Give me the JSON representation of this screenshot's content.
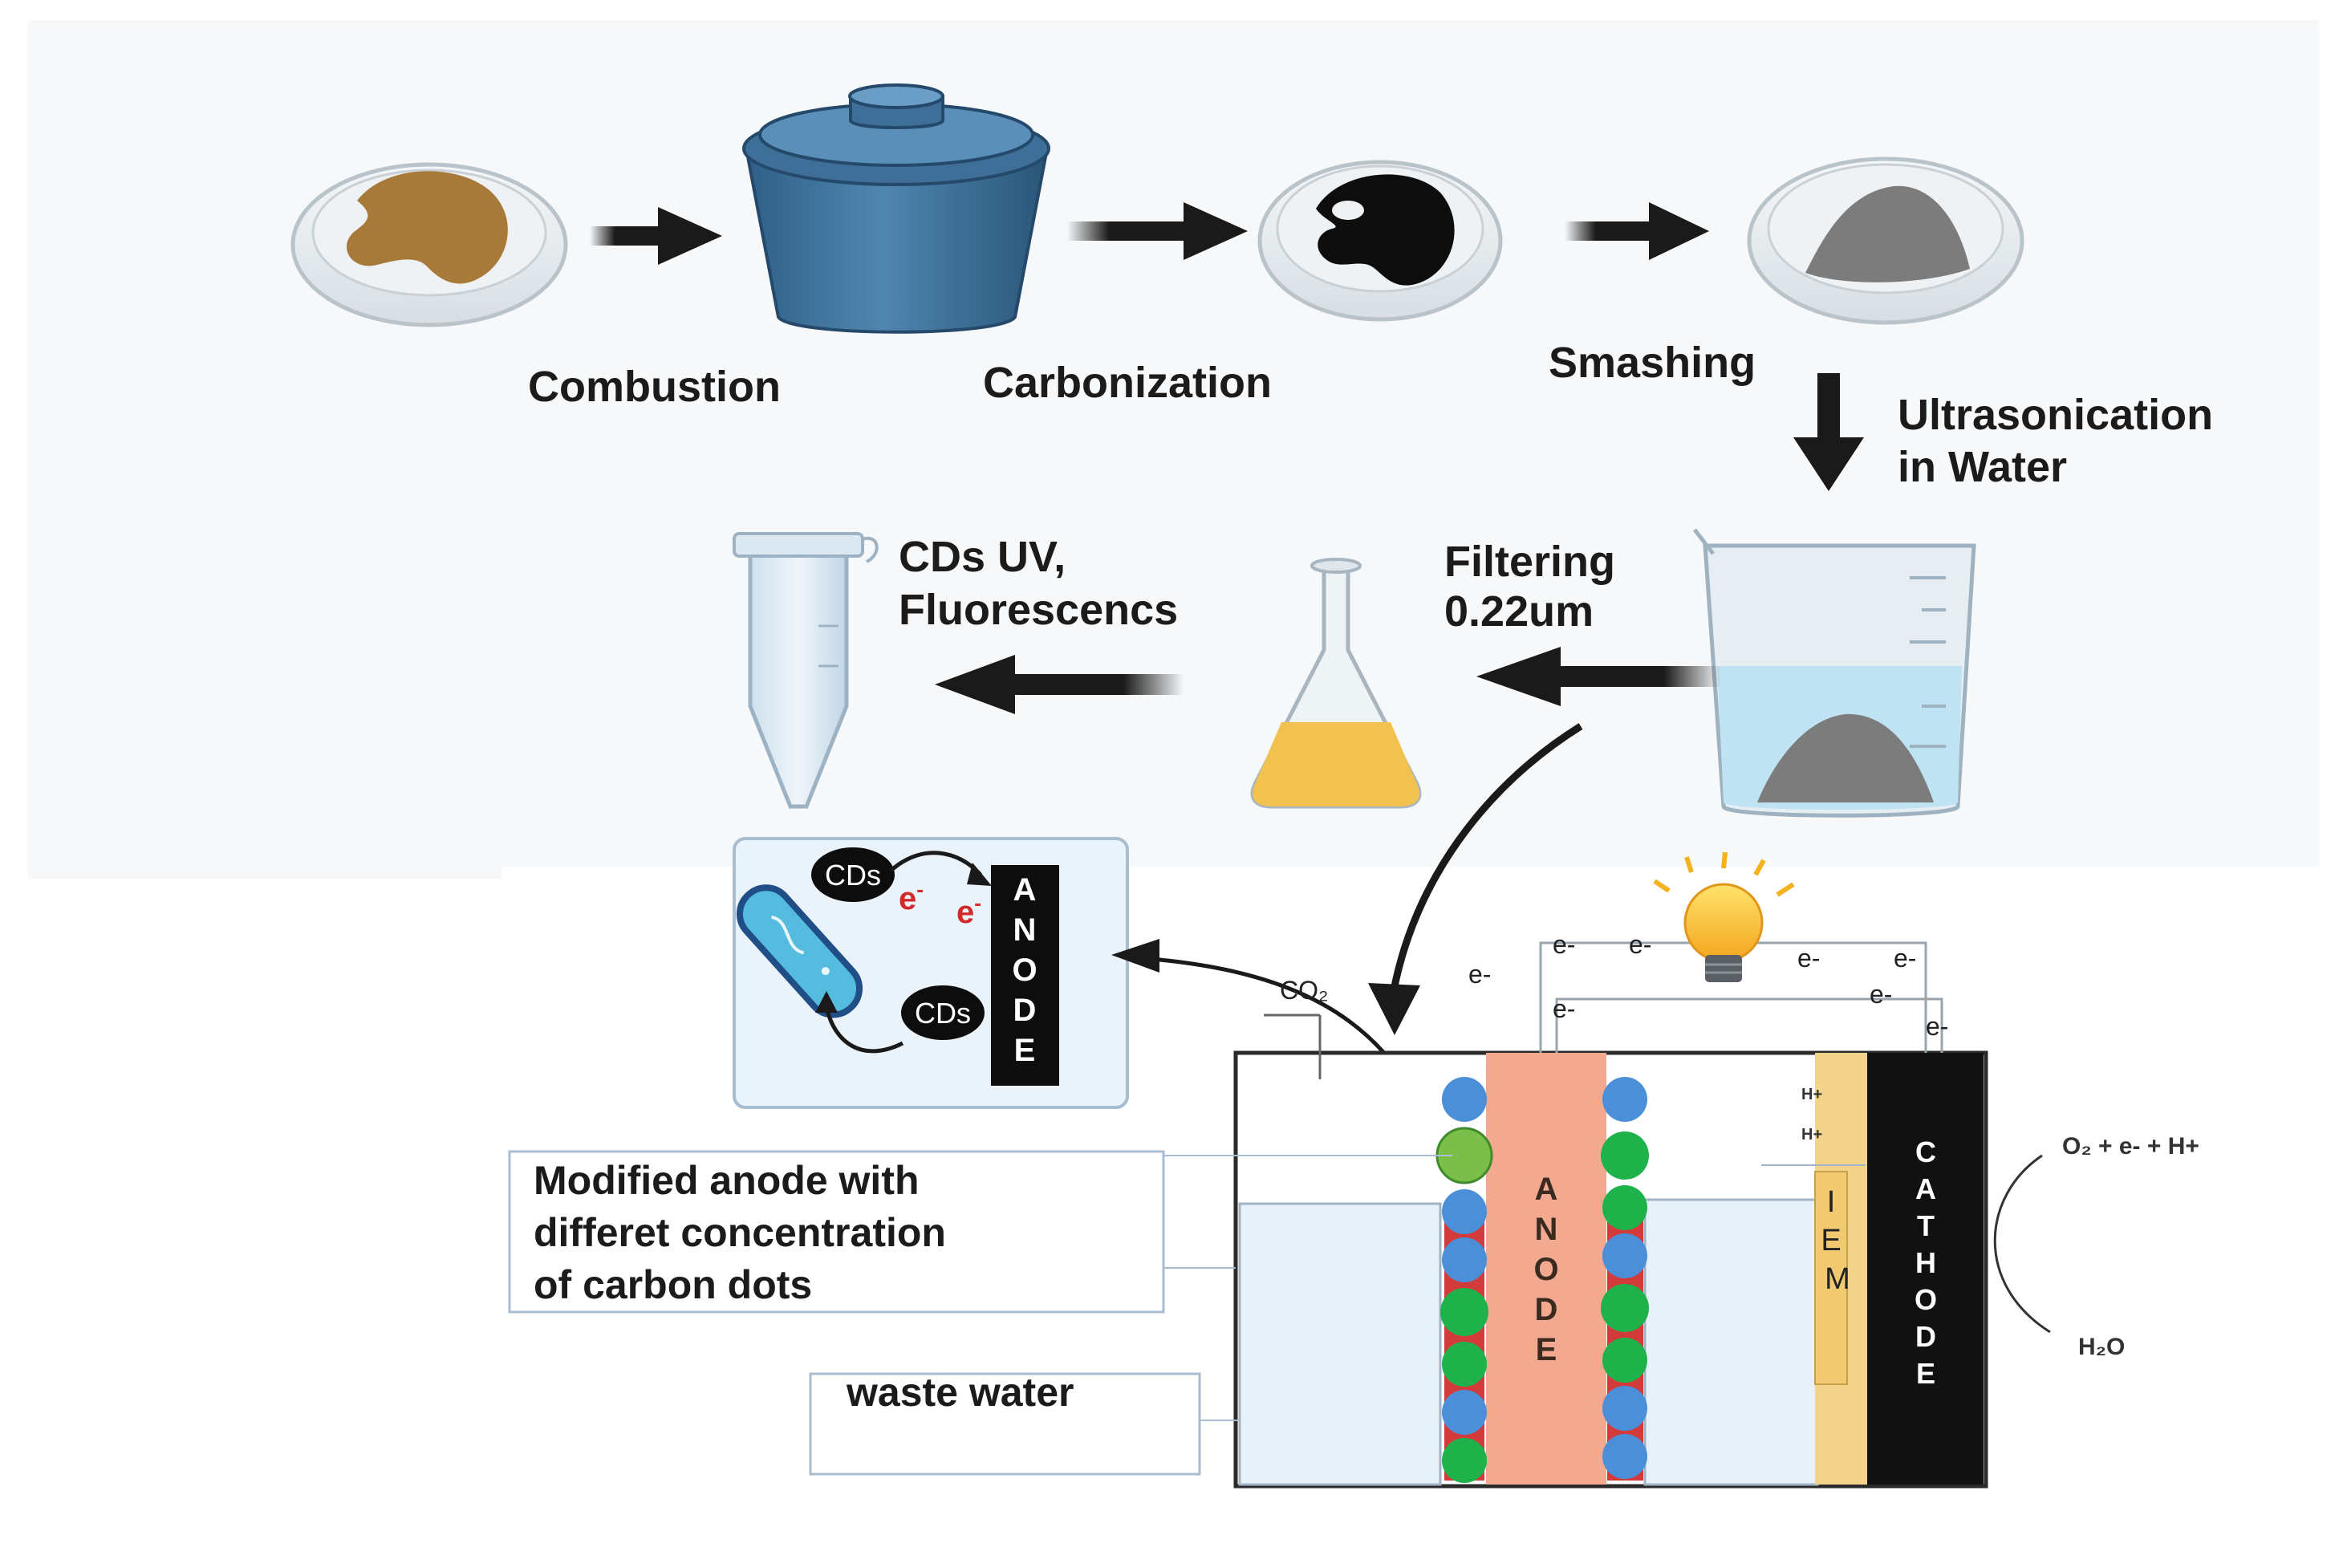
{
  "steps": {
    "combustion": "Combustion",
    "carbonization": "Carbonization",
    "smashing": "Smashing",
    "ultrasonication_line1": "Ultrasonication",
    "ultrasonication_line2": "in Water",
    "filtering_line1": "Filtering",
    "filtering_line2": "0.22um",
    "cds_line1": "CDs  UV,",
    "cds_line2": "Fluorescencs"
  },
  "inset": {
    "cds_top": "CDs",
    "cds_bottom": "CDs",
    "electron": "e",
    "superscript_minus": "-",
    "anode_letters": [
      "A",
      "N",
      "O",
      "D",
      "E"
    ]
  },
  "cell": {
    "co2": "CO₂",
    "electron_label": "e-",
    "proton_label": "H+",
    "anode_letters": [
      "A",
      "N",
      "O",
      "D",
      "E"
    ],
    "cathode_letters": [
      "C",
      "A",
      "T",
      "H",
      "O",
      "D",
      "E"
    ],
    "iem_letters": [
      "I",
      "E",
      "M"
    ],
    "reaction_in": "O₂ + e- + H+",
    "reaction_out": "H₂O"
  },
  "callouts": {
    "modified_line1": "Modified anode with",
    "modified_line2": "differet concentration",
    "modified_line3": "of carbon dots",
    "waste_water": "waste water"
  },
  "colors": {
    "dough_brown": "#a87a3a",
    "carbon_black": "#0d0d0d",
    "pot_blue": "#4a7fa6",
    "powder_gray": "#7c7c7c",
    "water_blue": "#bfe3f2",
    "filtrate_yellow": "#f1c24f",
    "anode_salmon": "#f2a98f",
    "cathode_black": "#111111",
    "iem_tan": "#f4d48a",
    "dot_blue": "#4a8fd8",
    "dot_green": "#1fb24a",
    "inset_bg": "#eaf2fa"
  }
}
